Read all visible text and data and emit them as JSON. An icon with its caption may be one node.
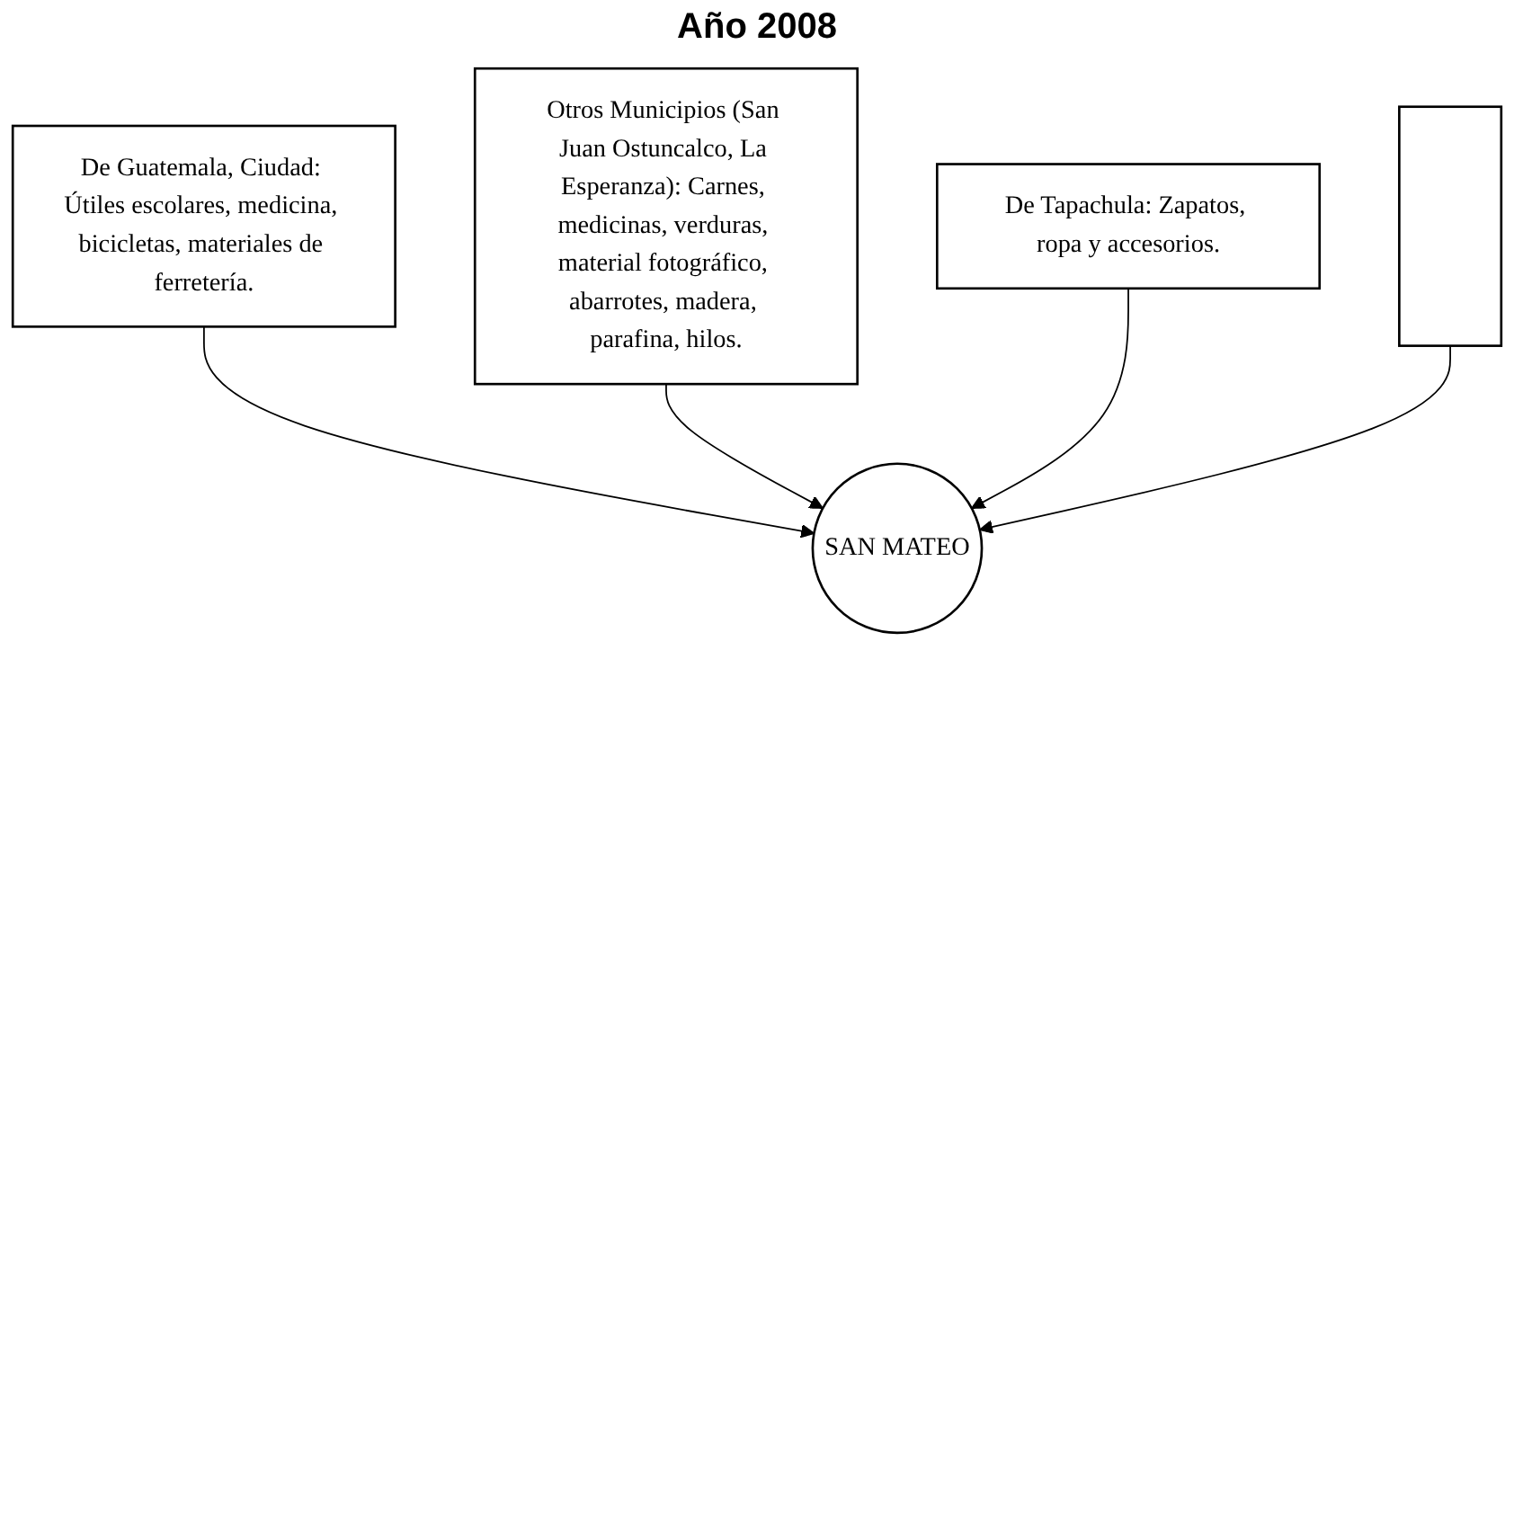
{
  "diagram": {
    "title": "Año 2008",
    "nodes": [
      {
        "text": [
          "De Guatemala, Ciudad: Útiles escolares, medicina, bicicletas, materiales de ferretería."
        ]
      },
      {
        "text": [
          "Otros Municipios (San Juan Ostuncalco, La Esperanza): Carnes, medicinas, verduras, material fotográfico, abarrotes, madera, parafina, hilos."
        ]
      },
      {
        "text": [
          "SAN MATEO"
        ]
      },
      {
        "text": [
          "De Tapachula: Zapatos, ropa y accesorios."
        ]
      },
      {
        "text": [],
        "shape": "box"
      }
    ],
    "edges": [
      {
        "from": 0,
        "to": 2,
        "arrow": "to"
      },
      {
        "from": 1,
        "to": 2,
        "arrow": "to"
      },
      {
        "from": 3,
        "to": 2,
        "arrow": "to"
      },
      {
        "from": 4,
        "to": 2,
        "arrow": "to"
      }
    ]
  }
}
